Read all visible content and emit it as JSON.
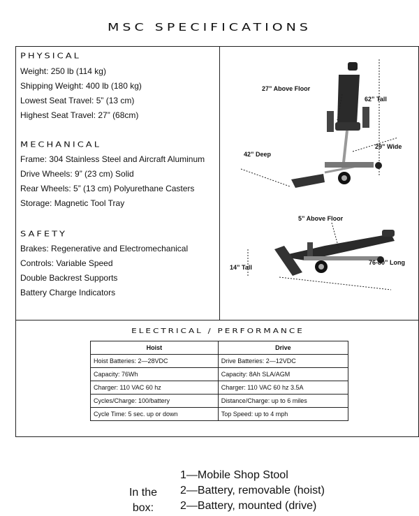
{
  "title": "MSC SPECIFICATIONS",
  "physical": {
    "heading": "PHYSICAL",
    "lines": [
      "Weight: 250 lb (114 kg)",
      "Shipping Weight: 400 lb (180 kg)",
      "Lowest Seat Travel: 5” (13 cm)",
      "Highest Seat Travel: 27” (68cm)"
    ]
  },
  "mechanical": {
    "heading": "MECHANICAL",
    "lines": [
      "Frame: 304 Stainless Steel and Aircraft Aluminum",
      "Drive Wheels: 9” (23 cm) Solid",
      "Rear Wheels: 5” (13 cm) Polyurethane Casters",
      "Storage: Magnetic Tool Tray"
    ]
  },
  "safety": {
    "heading": "SAFETY",
    "lines": [
      "Brakes: Regenerative and Electromechanical",
      "Controls: Variable Speed",
      "Double Backrest Supports",
      "Battery Charge Indicators"
    ]
  },
  "dimensions": {
    "above_floor_upright": "27” Above Floor",
    "tall_upright": "62” Tall",
    "wide": "29” Wide",
    "deep": "42” Deep",
    "above_floor_flat": "5” Above Floor",
    "tall_flat": "14” Tall",
    "long": "76-80” Long"
  },
  "electrical": {
    "heading": "ELECTRICAL / PERFORMANCE",
    "columns": [
      "Hoist",
      "Drive"
    ],
    "rows": [
      [
        "Hoist Batteries: 2—28VDC",
        "Drive Batteries: 2—12VDC"
      ],
      [
        "Capacity: 76Wh",
        "Capacity: 8Ah SLA/AGM"
      ],
      [
        "Charger: 110 VAC 60 hz",
        "Charger: 110 VAC 60 hz 3.5A"
      ],
      [
        "Cycles/Charge: 100/battery",
        "Distance/Charge: up to 6 miles"
      ],
      [
        "Cycle Time: 5 sec. up or down",
        "Top Speed: up to 4 mph"
      ]
    ]
  },
  "in_box": {
    "label_line1": "In the",
    "label_line2": "box:",
    "items": [
      "1—Mobile Shop Stool",
      "2—Battery, removable (hoist)",
      "2—Battery, mounted (drive)"
    ]
  }
}
